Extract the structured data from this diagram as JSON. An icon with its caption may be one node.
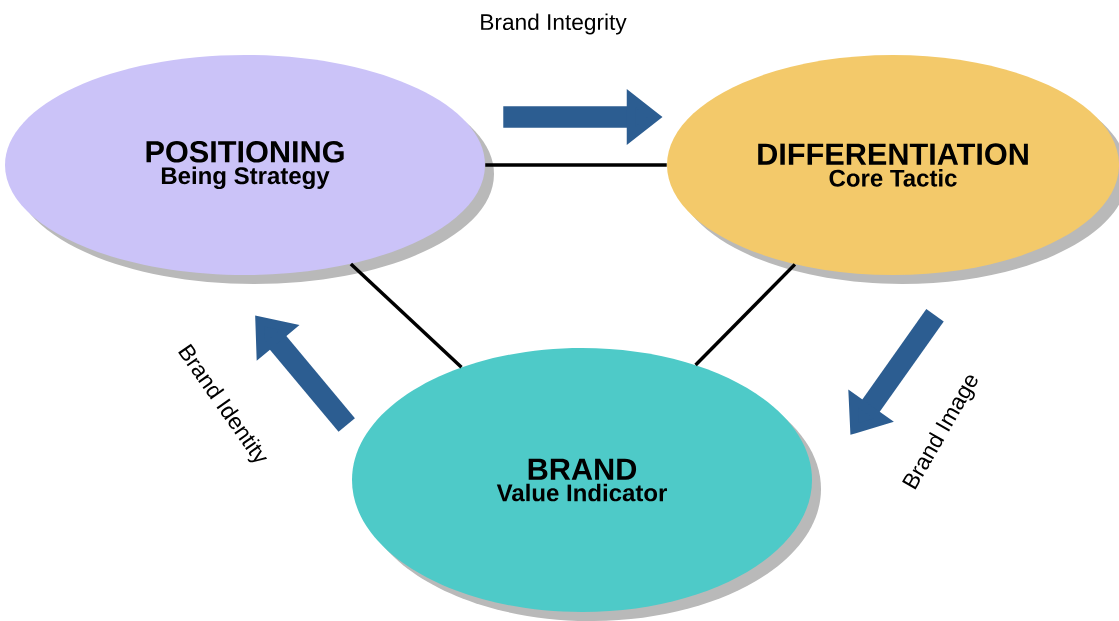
{
  "diagram": {
    "nodes": [
      {
        "text": [
          "POSITIONING",
          "Being Strategy"
        ]
      },
      {
        "text": [
          "DIFFERENTIATION",
          "Core Tactic"
        ]
      },
      {
        "text": [
          "BRAND",
          "Value Indicator"
        ]
      }
    ],
    "edges": [
      {
        "from": 0,
        "to": 1,
        "arrow": "none"
      },
      {
        "from": 1,
        "to": 2,
        "arrow": "none"
      },
      {
        "from": 2,
        "to": 0,
        "arrow": "none"
      },
      {
        "from": 0,
        "to": 1,
        "arrow": "to",
        "label": "Brand Integrity",
        "style": "thick",
        "color": "#2c5d91"
      },
      {
        "from": 2,
        "to": 0,
        "arrow": "to",
        "label": "Brand Identity",
        "style": "thick",
        "color": "#2c5d91"
      },
      {
        "from": 1,
        "to": 2,
        "arrow": "to",
        "label": "Brand Image",
        "style": "thick",
        "color": "#2c5d91"
      }
    ]
  }
}
